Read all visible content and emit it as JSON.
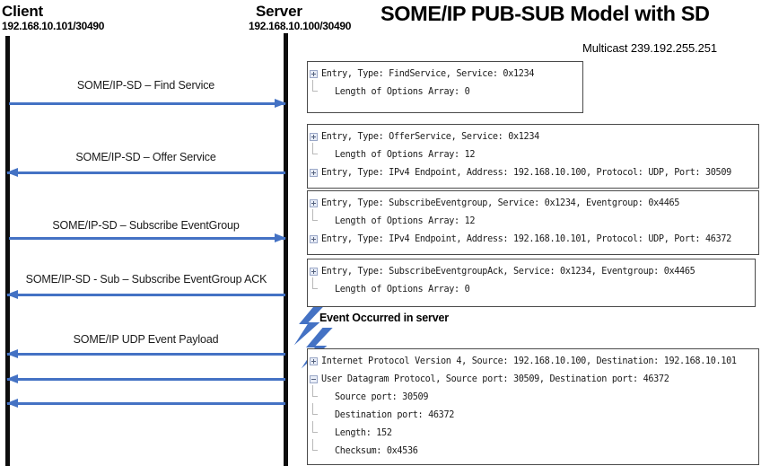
{
  "diagram": {
    "title": "SOME/IP PUB-SUB Model with SD",
    "multicast_label": "Multicast 239.192.255.251",
    "accent_color": "#4472C4",
    "lifeline_color": "#0D0D0D"
  },
  "actors": {
    "client": {
      "name": "Client",
      "address": "192.168.10.101/30490"
    },
    "server": {
      "name": "Server",
      "address": "192.168.10.100/30490"
    }
  },
  "messages": [
    {
      "label": "SOME/IP-SD – Find Service",
      "direction": "right"
    },
    {
      "label": "SOME/IP-SD – Offer Service",
      "direction": "left"
    },
    {
      "label": "SOME/IP-SD – Subscribe EventGroup",
      "direction": "right"
    },
    {
      "label": "SOME/IP-SD - Sub – Subscribe EventGroup ACK",
      "direction": "left"
    },
    {
      "label": "SOME/IP UDP Event Payload",
      "direction": "left"
    },
    {
      "label": "",
      "direction": "left"
    },
    {
      "label": "",
      "direction": "left"
    }
  ],
  "event_note": "Event Occurred in server",
  "packet_boxes": [
    {
      "id": "find-service",
      "rows": [
        {
          "toggle": "plus",
          "indent": 0,
          "text": "Entry, Type: FindService, Service: 0x1234"
        },
        {
          "toggle": "none",
          "indent": 1,
          "text": "Length of Options Array: 0"
        }
      ]
    },
    {
      "id": "offer-service",
      "rows": [
        {
          "toggle": "plus",
          "indent": 0,
          "text": "Entry, Type: OfferService, Service: 0x1234"
        },
        {
          "toggle": "none",
          "indent": 1,
          "text": "Length of Options Array: 12"
        },
        {
          "toggle": "plus",
          "indent": 0,
          "text": "Entry, Type: IPv4 Endpoint, Address: 192.168.10.100, Protocol: UDP, Port: 30509"
        }
      ]
    },
    {
      "id": "subscribe-eventgroup",
      "rows": [
        {
          "toggle": "plus",
          "indent": 0,
          "text": "Entry, Type: SubscribeEventgroup, Service: 0x1234, Eventgroup: 0x4465"
        },
        {
          "toggle": "none",
          "indent": 1,
          "text": "Length of Options Array: 12"
        },
        {
          "toggle": "plus",
          "indent": 0,
          "text": "Entry, Type: IPv4 Endpoint, Address: 192.168.10.101, Protocol: UDP, Port: 46372"
        }
      ]
    },
    {
      "id": "subscribe-eventgroup-ack",
      "rows": [
        {
          "toggle": "plus",
          "indent": 0,
          "text": "Entry, Type: SubscribeEventgroupAck, Service: 0x1234, Eventgroup: 0x4465"
        },
        {
          "toggle": "none",
          "indent": 1,
          "text": "Length of Options Array: 0"
        }
      ]
    },
    {
      "id": "event-payload",
      "rows": [
        {
          "toggle": "plus",
          "indent": 0,
          "text": "Internet Protocol Version 4, Source: 192.168.10.100, Destination: 192.168.10.101"
        },
        {
          "toggle": "minus",
          "indent": 0,
          "text": "User Datagram Protocol, Source port: 30509, Destination port: 46372"
        },
        {
          "toggle": "none",
          "indent": 1,
          "text": "Source port: 30509"
        },
        {
          "toggle": "none",
          "indent": 1,
          "text": "Destination port: 46372"
        },
        {
          "toggle": "none",
          "indent": 1,
          "text": "Length: 152"
        },
        {
          "toggle": "none",
          "indent": 1,
          "text": "Checksum: 0x4536"
        }
      ]
    }
  ]
}
